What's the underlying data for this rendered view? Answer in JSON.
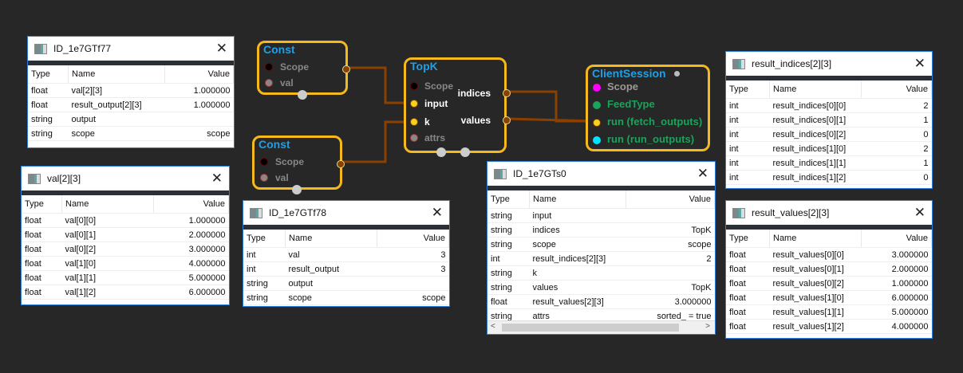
{
  "nodes": [
    {
      "id": "const1",
      "title": "Const",
      "ports": [
        {
          "label": "Scope",
          "color": "#000000",
          "text": "#888888"
        },
        {
          "label": "val",
          "color": "#888888",
          "text": "#888888"
        }
      ]
    },
    {
      "id": "const2",
      "title": "Const",
      "ports": [
        {
          "label": "Scope",
          "color": "#000000",
          "text": "#888888"
        },
        {
          "label": "val",
          "color": "#888888",
          "text": "#888888"
        }
      ]
    },
    {
      "id": "topk",
      "title": "TopK",
      "inputs": [
        {
          "label": "Scope",
          "color": "#000000",
          "text": "#888888"
        },
        {
          "label": "input",
          "color": "#f5d31d",
          "text": "#ffffff"
        },
        {
          "label": "k",
          "color": "#f5d31d",
          "text": "#ffffff"
        },
        {
          "label": "attrs",
          "color": "#888888",
          "text": "#888888"
        }
      ],
      "outputs": [
        "indices",
        "values"
      ]
    },
    {
      "id": "client",
      "title": "ClientSession",
      "ports": [
        {
          "label": "Scope",
          "color": "#ff00ff",
          "text": "#999999"
        },
        {
          "label": "FeedType",
          "color": "#1aa35a",
          "text": "#1aa35a"
        },
        {
          "label": "run (fetch_outputs)",
          "color": "#f5d31d",
          "text": "#1aa35a"
        },
        {
          "label": "run (run_outputs)",
          "color": "#00e5ff",
          "text": "#1aa35a"
        }
      ]
    }
  ],
  "colors": {
    "wire": "#8b4000",
    "node_border": "#f5b81d",
    "title": "#1ea0e6"
  },
  "windows": [
    {
      "title": "ID_1e7GTf77",
      "headers": [
        "Type",
        "Name",
        "Value"
      ],
      "rows": [
        [
          "float",
          "val[2][3]",
          "1.000000"
        ],
        [
          "float",
          "result_output[2][3]",
          "1.000000"
        ],
        [
          "string",
          "output",
          ""
        ],
        [
          "string",
          "scope",
          "scope"
        ]
      ]
    },
    {
      "title": "val[2][3]",
      "headers": [
        "Type",
        "Name",
        "Value"
      ],
      "rows": [
        [
          "float",
          "val[0][0]",
          "1.000000"
        ],
        [
          "float",
          "val[0][1]",
          "2.000000"
        ],
        [
          "float",
          "val[0][2]",
          "3.000000"
        ],
        [
          "float",
          "val[1][0]",
          "4.000000"
        ],
        [
          "float",
          "val[1][1]",
          "5.000000"
        ],
        [
          "float",
          "val[1][2]",
          "6.000000"
        ]
      ]
    },
    {
      "title": "ID_1e7GTf78",
      "headers": [
        "Type",
        "Name",
        "Value"
      ],
      "rows": [
        [
          "int",
          "val",
          "3"
        ],
        [
          "int",
          "result_output",
          "3"
        ],
        [
          "string",
          "output",
          ""
        ],
        [
          "string",
          "scope",
          "scope"
        ]
      ]
    },
    {
      "title": "ID_1e7GTs0",
      "headers": [
        "Type",
        "Name",
        "Value"
      ],
      "rows": [
        [
          "string",
          "input",
          ""
        ],
        [
          "string",
          "indices",
          "TopK"
        ],
        [
          "string",
          "scope",
          "scope"
        ],
        [
          "int",
          "result_indices[2][3]",
          "2"
        ],
        [
          "string",
          "k",
          ""
        ],
        [
          "string",
          "values",
          "TopK"
        ],
        [
          "float",
          "result_values[2][3]",
          "3.000000"
        ],
        [
          "string",
          "attrs",
          "sorted_ = true"
        ]
      ]
    },
    {
      "title": "result_indices[2][3]",
      "headers": [
        "Type",
        "Name",
        "Value"
      ],
      "rows": [
        [
          "int",
          "result_indices[0][0]",
          "2"
        ],
        [
          "int",
          "result_indices[0][1]",
          "1"
        ],
        [
          "int",
          "result_indices[0][2]",
          "0"
        ],
        [
          "int",
          "result_indices[1][0]",
          "2"
        ],
        [
          "int",
          "result_indices[1][1]",
          "1"
        ],
        [
          "int",
          "result_indices[1][2]",
          "0"
        ]
      ]
    },
    {
      "title": "result_values[2][3]",
      "headers": [
        "Type",
        "Name",
        "Value"
      ],
      "rows": [
        [
          "float",
          "result_values[0][0]",
          "3.000000"
        ],
        [
          "float",
          "result_values[0][1]",
          "2.000000"
        ],
        [
          "float",
          "result_values[0][2]",
          "1.000000"
        ],
        [
          "float",
          "result_values[1][0]",
          "6.000000"
        ],
        [
          "float",
          "result_values[1][1]",
          "5.000000"
        ],
        [
          "float",
          "result_values[1][2]",
          "4.000000"
        ]
      ]
    }
  ]
}
